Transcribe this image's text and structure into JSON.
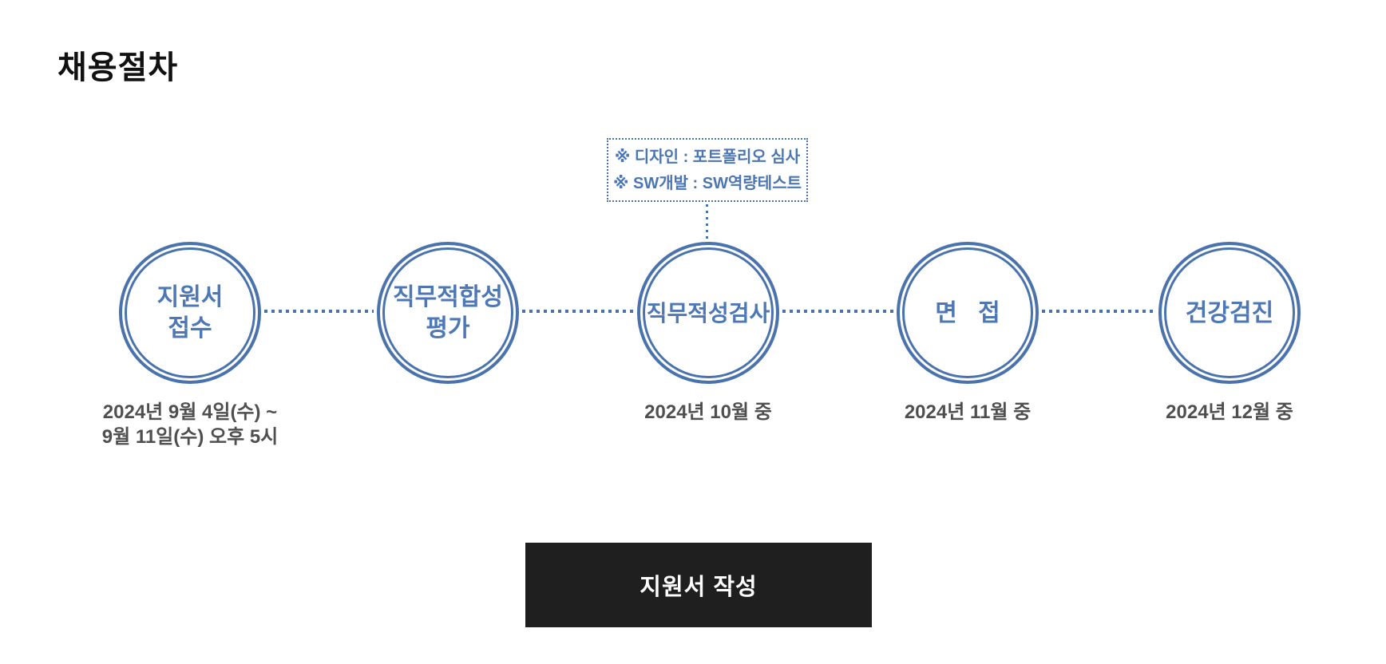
{
  "page": {
    "title": "채용절차"
  },
  "colors": {
    "circle_blue": "#4a73ae",
    "label_blue": "#4d78b5",
    "date_gray": "#4f4f4f",
    "button_bg": "#1f1f1f",
    "button_text": "#ffffff"
  },
  "callout": {
    "lines": [
      "※ 디자인 : 포트폴리오 심사",
      "※  SW개발 : SW역량테스트"
    ]
  },
  "steps": [
    {
      "label_lines": [
        "지원서",
        "접수"
      ],
      "date_lines": [
        "2024년 9월 4일(수) ~",
        "9월 11일(수) 오후 5시"
      ]
    },
    {
      "label_lines": [
        "직무적합성",
        "평가"
      ],
      "date_lines": []
    },
    {
      "label_lines": [
        "직무적성검사"
      ],
      "date_lines": [
        "2024년 10월 중"
      ]
    },
    {
      "label_lines": [
        "면 접"
      ],
      "date_lines": [
        "2024년 11월 중"
      ]
    },
    {
      "label_lines": [
        "건강검진"
      ],
      "date_lines": [
        "2024년 12월 중"
      ]
    }
  ],
  "button": {
    "label": "지원서 작성"
  }
}
